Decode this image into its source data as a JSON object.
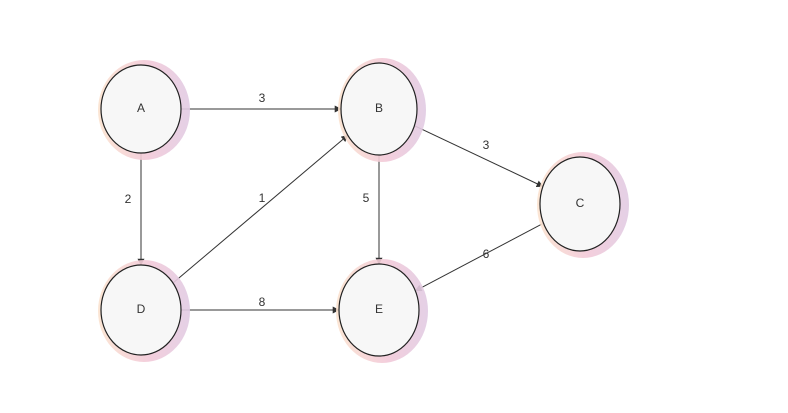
{
  "colors": {
    "node_fill": "#f7f7f7",
    "node_stroke": "#222222",
    "node_halo_warm": "#fbe3cf",
    "node_halo_rose": "#f2c9d8",
    "node_halo_lilac": "#e1cbe3",
    "edge_stroke": "#333333",
    "text": "#333333"
  },
  "nodes": [
    {
      "id": "A",
      "label": "A"
    },
    {
      "id": "B",
      "label": "B"
    },
    {
      "id": "C",
      "label": "C"
    },
    {
      "id": "D",
      "label": "D"
    },
    {
      "id": "E",
      "label": "E"
    }
  ],
  "edges": [
    {
      "from": "A",
      "to": "B",
      "label": "3"
    },
    {
      "from": "A",
      "to": "D",
      "label": "2"
    },
    {
      "from": "D",
      "to": "B",
      "label": "1"
    },
    {
      "from": "B",
      "to": "E",
      "label": "5"
    },
    {
      "from": "B",
      "to": "C",
      "label": "3"
    },
    {
      "from": "C",
      "to": "E",
      "label": "6"
    },
    {
      "from": "D",
      "to": "E",
      "label": "8"
    }
  ]
}
